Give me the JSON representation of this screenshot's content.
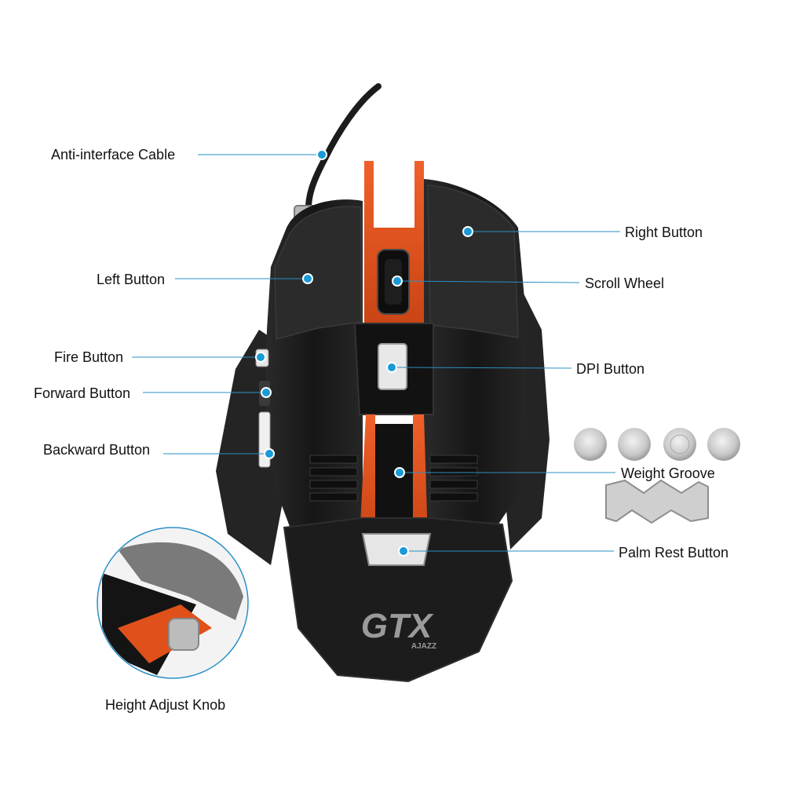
{
  "labels": {
    "cable": "Anti-interface Cable",
    "right_button": "Right Button",
    "left_button": "Left Button",
    "scroll_wheel": "Scroll Wheel",
    "fire_button": "Fire Button",
    "dpi_button": "DPI Button",
    "forward_button": "Forward Button",
    "backward_button": "Backward Button",
    "weight_groove": "Weight Groove",
    "palm_rest_button": "Palm Rest Button",
    "height_knob": "Height Adjust Knob"
  },
  "logo": {
    "main": "GTX",
    "sub": "AJAZZ"
  },
  "colors": {
    "callout": "#1a9ad6",
    "leader_line": "#2a8fc4",
    "mouse_body": "#1b1b1b",
    "accent_orange": "#e0501a",
    "text": "#111111"
  }
}
